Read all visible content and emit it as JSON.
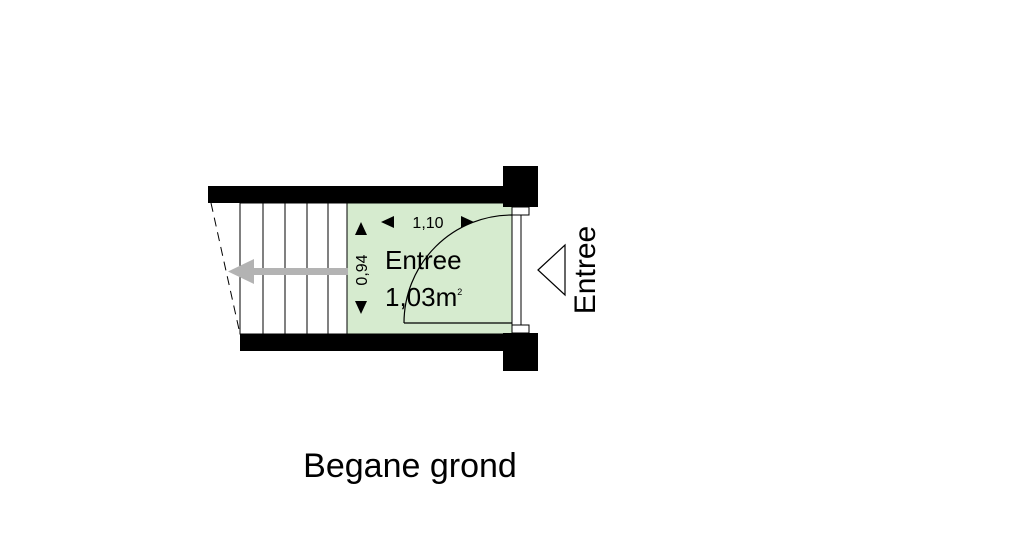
{
  "floor_title": "Begane grond",
  "room": {
    "name": "Entree",
    "area_value": "1,03m",
    "area_unit_superscript": "2",
    "width_dimension": "1,10",
    "depth_dimension": "0,94"
  },
  "entrance": {
    "label": "Entree"
  },
  "colors": {
    "room_fill": "#d6ebcf",
    "wall": "#000000",
    "stair_arrow": "#b3b3b3",
    "background": "#ffffff"
  }
}
